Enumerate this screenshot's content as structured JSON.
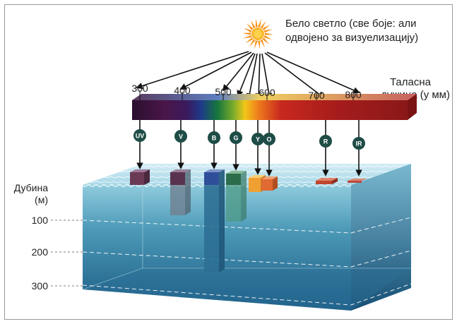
{
  "title_line1": "Бело светло (све боје: али",
  "title_line2": "одвојено за визуелизацију)",
  "wavelength_line1": "Таласна",
  "wavelength_line2": "дужина (у мм)",
  "wavelength_ticks": [
    "300",
    "400",
    "500",
    "600",
    "700",
    "800"
  ],
  "depth_label_line1": "Дубина",
  "depth_label_line2": "(м)",
  "depth_ticks": [
    "100",
    "200",
    "300"
  ],
  "color_badges": [
    "UV",
    "V",
    "B",
    "G",
    "Y",
    "O",
    "R",
    "IR"
  ],
  "colors": {
    "sun": "#f7931e",
    "water_top": "#8cc9dc",
    "water_deep": "#1c5f86",
    "spectrum_start": "#2b0f2e",
    "spectrum_end": "#8e1a1a",
    "badge": "#1e4c46"
  },
  "icon": "sun-icon"
}
